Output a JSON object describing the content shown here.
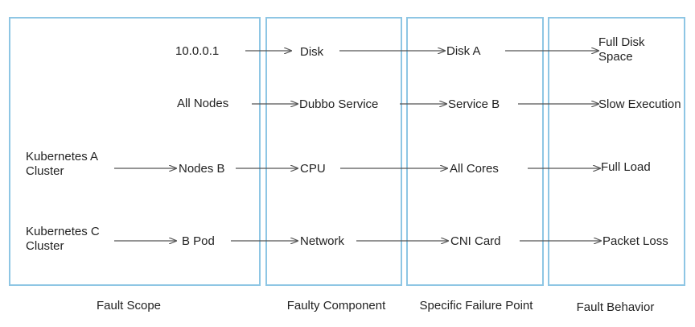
{
  "columns": [
    {
      "label": "Fault Scope"
    },
    {
      "label": "Faulty Component"
    },
    {
      "label": "Specific Failure Point"
    },
    {
      "label": "Fault Behavior"
    }
  ],
  "rows": [
    {
      "scope_origin": "",
      "scope": "10.0.0.1",
      "component": "Disk",
      "point": "Disk A",
      "behavior_line1": "Full Disk",
      "behavior_line2": "Space"
    },
    {
      "scope_origin": "",
      "scope": "All Nodes",
      "component": "Dubbo Service",
      "point": "Service B",
      "behavior_line1": "Slow Execution",
      "behavior_line2": ""
    },
    {
      "scope_origin_line1": "Kubernetes A",
      "scope_origin_line2": "Cluster",
      "scope": "Nodes B",
      "component": "CPU",
      "point": "All Cores",
      "behavior_line1": "Full Load",
      "behavior_line2": ""
    },
    {
      "scope_origin_line1": "Kubernetes C",
      "scope_origin_line2": "Cluster",
      "scope": "B Pod",
      "component": "Network",
      "point": "CNI Card",
      "behavior_line1": "Packet Loss",
      "behavior_line2": ""
    }
  ],
  "colors": {
    "box_border": "#8ec6e4",
    "arrow": "#555555",
    "text": "#222222"
  }
}
